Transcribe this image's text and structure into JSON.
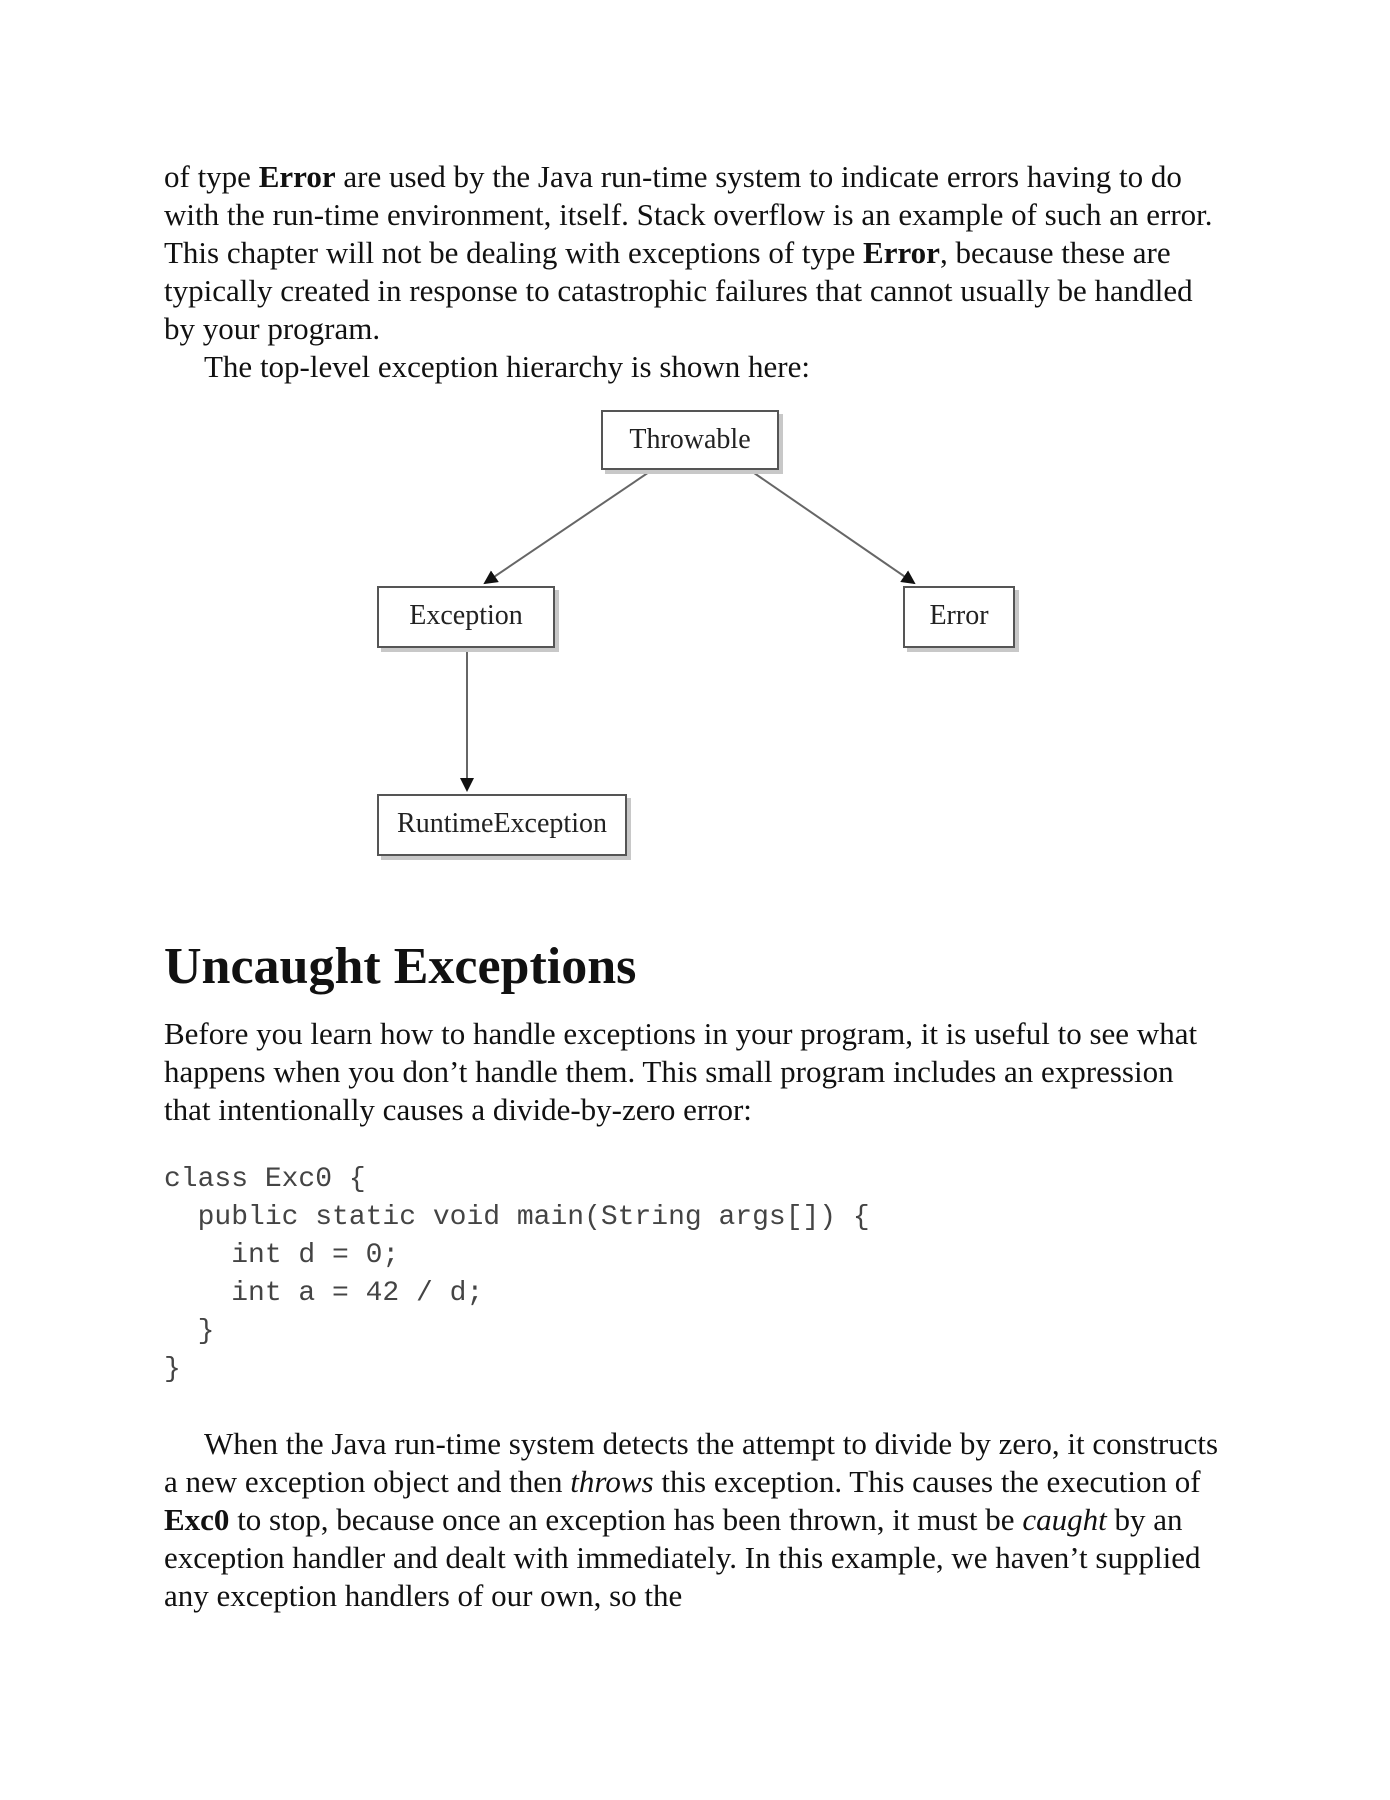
{
  "intro": {
    "p1_a": "of type ",
    "p1_b1": "Error",
    "p1_c": " are used by the Java run-time system to indicate errors having to do with the run-time environment, itself. Stack overflow is an example of such an error. This chapter will not be dealing with exceptions of type ",
    "p1_b2": "Error",
    "p1_d": ", because these are typically created in response to catastrophic failures that cannot usually be handled by your program.",
    "p2": "The top-level exception hierarchy is shown here:"
  },
  "diagram": {
    "nodes": {
      "throwable": "Throwable",
      "exception": "Exception",
      "error": "Error",
      "runtime": "RuntimeException"
    }
  },
  "section": {
    "heading": "Uncaught Exceptions",
    "p1": "Before you learn how to handle exceptions in your program, it is useful to see what happens when you don’t handle them. This small program includes an expression that intentionally causes a divide-by-zero error:",
    "code": "class Exc0 {\n  public static void main(String args[]) {\n    int d = 0;\n    int a = 42 / d;\n  }\n}",
    "p2_a": "When the Java run-time system detects the attempt to divide by zero, it constructs a new exception object and then ",
    "p2_i1": "throws",
    "p2_b": " this exception. This causes the execution of ",
    "p2_bold": "Exc0",
    "p2_c": " to stop, because once an exception has been thrown, it must be ",
    "p2_i2": "caught",
    "p2_d": " by an exception handler and dealt with immediately. In this example, we haven’t supplied any exception handlers of our own, so the"
  }
}
